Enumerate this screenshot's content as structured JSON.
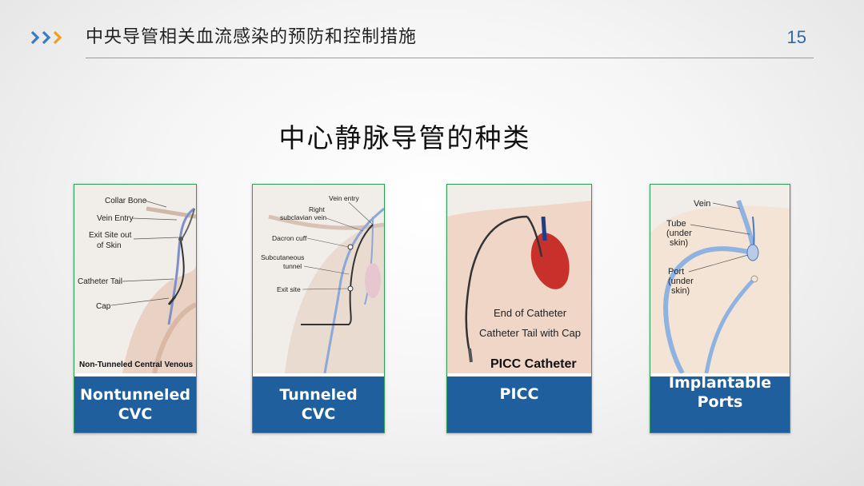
{
  "header": {
    "title": "中央导管相关血流感染的预防和控制措施",
    "page_number": "15"
  },
  "section_heading": "中心静脉导管的种类",
  "cards": [
    {
      "caption": "Nontunneled CVC",
      "labels": [
        "Collar Bone",
        "Vein Entry",
        "Exit Site out",
        "of Skin",
        "Catheter Tail",
        "Cap"
      ],
      "footer_label": "Non-Tunneled Central Venous"
    },
    {
      "caption": "Tunneled CVC",
      "labels": [
        "Vein entry",
        "Right",
        "subclavian vein",
        "Dacron cuff",
        "Subcutaneous",
        "tunnel",
        "Exit site"
      ]
    },
    {
      "caption": "PICC",
      "labels": [
        "End of Catheter",
        "Catheter Tail with Cap"
      ],
      "footer_label": "PICC Catheter"
    },
    {
      "caption": "Implantable Ports",
      "labels": [
        "Vein",
        "Tube",
        "(under",
        "skin)",
        "Port",
        "(under",
        "skin)"
      ]
    }
  ],
  "colors": {
    "accent_blue": "#1f5f9e",
    "card_border_green": "#2f9d55",
    "page_number_blue": "#2e6aa8"
  }
}
